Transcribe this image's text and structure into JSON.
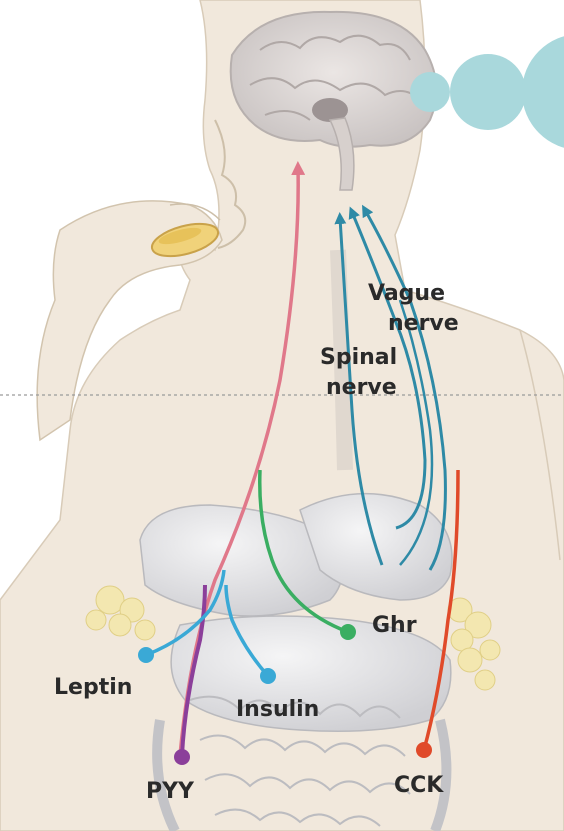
{
  "labels": {
    "vague_nerve_1": "Vague",
    "vague_nerve_2": "nerve",
    "spinal_nerve_1": "Spinal",
    "spinal_nerve_2": "nerve",
    "ghr": "Ghr",
    "leptin": "Leptin",
    "insulin": "Insulin",
    "pyy": "PYY",
    "cck": "CCK"
  },
  "colors": {
    "pink_pathway": "#e0788a",
    "blue_nerve": "#2e8aa6",
    "green_ghrelin": "#3aae62",
    "cyan_leptin": "#3aa9d6",
    "purple_pyy": "#8b3f9a",
    "red_cck": "#e04a2a",
    "skin": "#f1e8dc",
    "organs": "#e4e4e6",
    "fat": "#f3e7b0",
    "decor_circles": "#a9d8dc"
  }
}
